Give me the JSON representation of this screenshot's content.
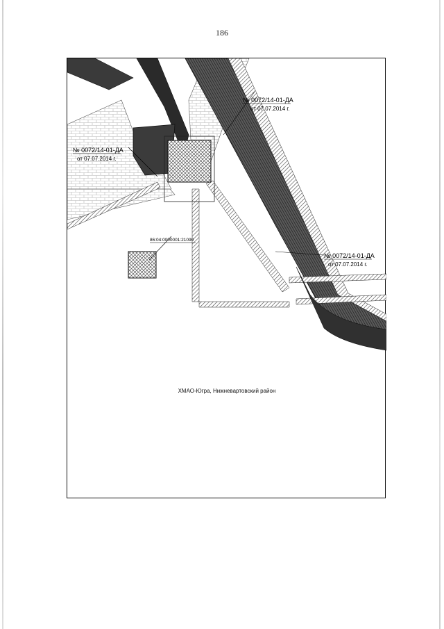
{
  "page": {
    "number": "186"
  },
  "map": {
    "region": "ХМАО-Югра, Нижневартовский район",
    "parcel": {
      "cadastral_number": "86:04:0000001:21090"
    },
    "permits": [
      {
        "number": "№ 0072/14-01-ДА",
        "date": "от 07.07.2014 г."
      },
      {
        "number": "№ 0072/14-01-ДА",
        "date": "от 07.07.2014 г."
      },
      {
        "number": "№ 0072/14-01-ДА",
        "date": "от 07.07.2014 г."
      }
    ]
  }
}
